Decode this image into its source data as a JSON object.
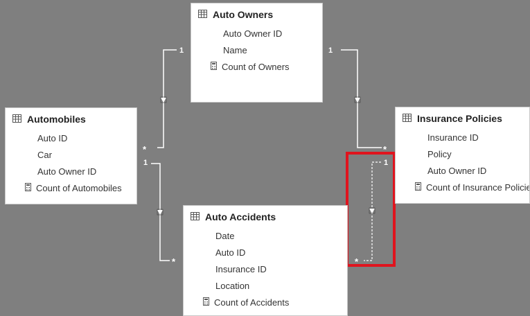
{
  "colors": {
    "canvas": "#7f7f7f",
    "card": "#ffffff",
    "line": "#ffffff",
    "highlight": "#e0141e"
  },
  "icons": {
    "table": "table-grid-icon",
    "measure": "calculator-icon",
    "arrow": "filter-direction-arrow-icon"
  },
  "tables": {
    "auto_owners": {
      "title": "Auto Owners",
      "fields": [
        "Auto Owner ID",
        "Name"
      ],
      "measures": [
        "Count of Owners"
      ]
    },
    "automobiles": {
      "title": "Automobiles",
      "fields": [
        "Auto ID",
        "Car",
        "Auto Owner ID"
      ],
      "measures": [
        "Count of Automobiles"
      ]
    },
    "insurance_policies": {
      "title": "Insurance Policies",
      "fields": [
        "Insurance ID",
        "Policy",
        "Auto Owner ID"
      ],
      "measures": [
        "Count of Insurance Policies"
      ]
    },
    "auto_accidents": {
      "title": "Auto Accidents",
      "fields": [
        "Date",
        "Auto ID",
        "Insurance ID",
        "Location"
      ],
      "measures": [
        "Count of Accidents"
      ]
    }
  },
  "relationships": [
    {
      "from": "Auto Owners",
      "to": "Automobiles",
      "one_label": "1",
      "many_label": "*",
      "active": true
    },
    {
      "from": "Auto Owners",
      "to": "Insurance Policies",
      "one_label": "1",
      "many_label": "*",
      "active": true
    },
    {
      "from": "Automobiles",
      "to": "Auto Accidents",
      "one_label": "1",
      "many_label": "*",
      "active": true
    },
    {
      "from": "Insurance Policies",
      "to": "Auto Accidents",
      "one_label": "1",
      "many_label": "*",
      "active": false,
      "highlighted": true
    }
  ]
}
